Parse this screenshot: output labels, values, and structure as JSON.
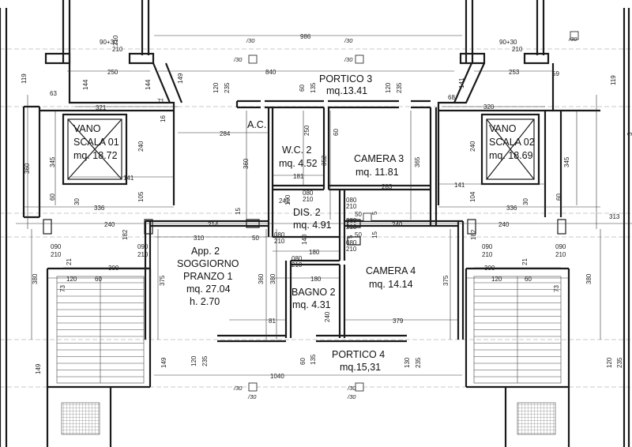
{
  "rooms": {
    "portico3": {
      "name": "PORTICO 3",
      "area": "mq.13.41"
    },
    "portico4": {
      "name": "PORTICO 4",
      "area": "mq.15,31"
    },
    "vano01": {
      "l1": "VANO",
      "l2": "SCALA 01",
      "area": "mq. 18.72"
    },
    "vano02": {
      "l1": "VANO",
      "l2": "SCALA 02",
      "area": "mq. 18.69"
    },
    "ac": {
      "name": "A.C."
    },
    "wc2": {
      "name": "W.C. 2",
      "area": "mq. 4.52"
    },
    "camera3": {
      "name": "CAMERA 3",
      "area": "mq. 11.81"
    },
    "dis2": {
      "name": "DIS. 2",
      "area": "mq. 4.91"
    },
    "soggiorno": {
      "l1": "App. 2",
      "l2": "SOGGIORNO",
      "l3": "PRANZO 1",
      "area": "mq. 27.04",
      "height": "h. 2.70"
    },
    "bagno2": {
      "name": "BAGNO 2",
      "area": "mq. 4.31"
    },
    "camera4": {
      "name": "CAMERA 4",
      "area": "mq. 14.14"
    }
  },
  "dimensions_h": {
    "d986": "986",
    "d840": "840",
    "d1040": "1040",
    "d250": "250",
    "d253": "253",
    "d321": "321",
    "d320": "320",
    "d284": "284",
    "d181": "181",
    "d283": "283",
    "d141a": "141",
    "d141b": "141",
    "d336a": "336",
    "d336b": "336",
    "d240a": "240",
    "d240b": "240",
    "d240c": "240",
    "d214": "214",
    "d310": "310",
    "d50a": "50",
    "d50b": "50",
    "d50c": "50",
    "d180a": "180",
    "d180b": "180",
    "d300a": "300",
    "d300b": "300",
    "d120a": "120",
    "d60a": "60",
    "d120b": "120",
    "d60b": "60",
    "d81": "81",
    "d379": "379",
    "d241": "241",
    "d90_30a": "90+30",
    "d210a": "210",
    "d90_30b": "90+30",
    "d210b": "210",
    "d63": "63",
    "d59": "59",
    "d71": "71",
    "d68": "68",
    "d313": "313",
    "d090a": "090",
    "d210c": "210",
    "d090b": "090",
    "d210d": "210",
    "d090c": "090",
    "d210e": "210",
    "d090d": "090",
    "d210f": "210"
  },
  "dimensions_v": {
    "d119a": "119",
    "d144a": "144",
    "d144b": "144",
    "d149a": "149",
    "d120_1": "120",
    "d235_1": "235",
    "d60_1": "60",
    "d135_1": "135",
    "d120_2": "120",
    "d235_2": "235",
    "d141": "141",
    "d119b": "119",
    "d360a": "360",
    "d345a": "345",
    "d240a": "240",
    "d240b": "240",
    "d360b": "360",
    "d250": "250",
    "d60c": "60",
    "d352": "352",
    "d365": "365",
    "d345b": "345",
    "d60d": "60",
    "d60e": "60",
    "d105": "105",
    "d104": "104",
    "d30a": "30",
    "d30b": "30",
    "d15a": "15",
    "d15b": "15",
    "d100": "100",
    "d182a": "182",
    "d182b": "182",
    "d140": "140",
    "d380a": "380",
    "d380b": "380",
    "d375a": "375",
    "d375b": "375",
    "d360c": "360",
    "d380c": "380",
    "d21a": "21",
    "d21b": "21",
    "d73a": "73",
    "d73b": "73",
    "d240c": "240",
    "d149b": "149",
    "d149c": "149",
    "d120_3": "120",
    "d235_3": "235",
    "d60_2": "60",
    "d135_2": "135",
    "d130": "130",
    "d235_4": "235",
    "d120_4": "120",
    "d235_5": "235",
    "d16": "16",
    "d5a": "5",
    "d5b": "5",
    "d3": "3"
  },
  "door_marks": {
    "m1a": "080",
    "m1b": "210",
    "m2a": "080",
    "m2b": "210",
    "m3a": "080",
    "m3b": "210",
    "m4a": "080",
    "m4b": "210",
    "m5a": "080",
    "m5b": "210",
    "m6a": "080",
    "m6b": "210"
  },
  "slope": "/30"
}
